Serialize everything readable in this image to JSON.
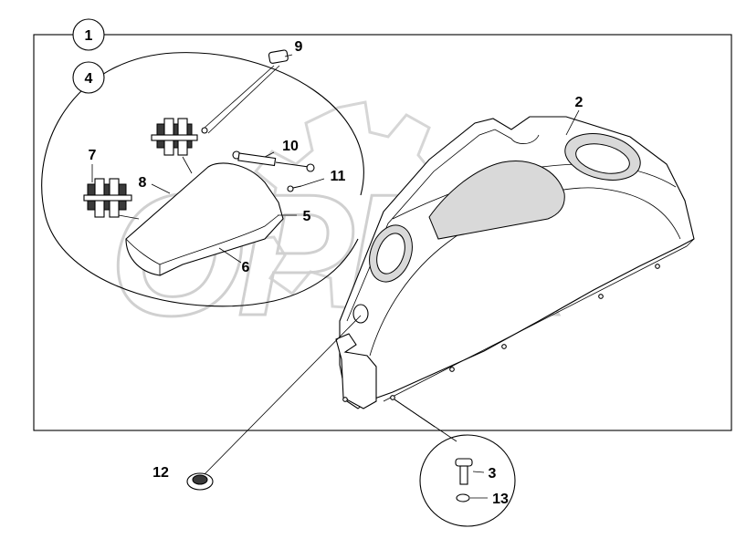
{
  "diagram": {
    "watermark_text": "OPEX",
    "callouts": {
      "c1": "1",
      "c2": "2",
      "c3": "3",
      "c4": "4",
      "c5": "5",
      "c6": "6",
      "c7": "7",
      "c8": "8",
      "c9": "9",
      "c10": "10",
      "c11": "11",
      "c12": "12",
      "c13": "13"
    }
  }
}
